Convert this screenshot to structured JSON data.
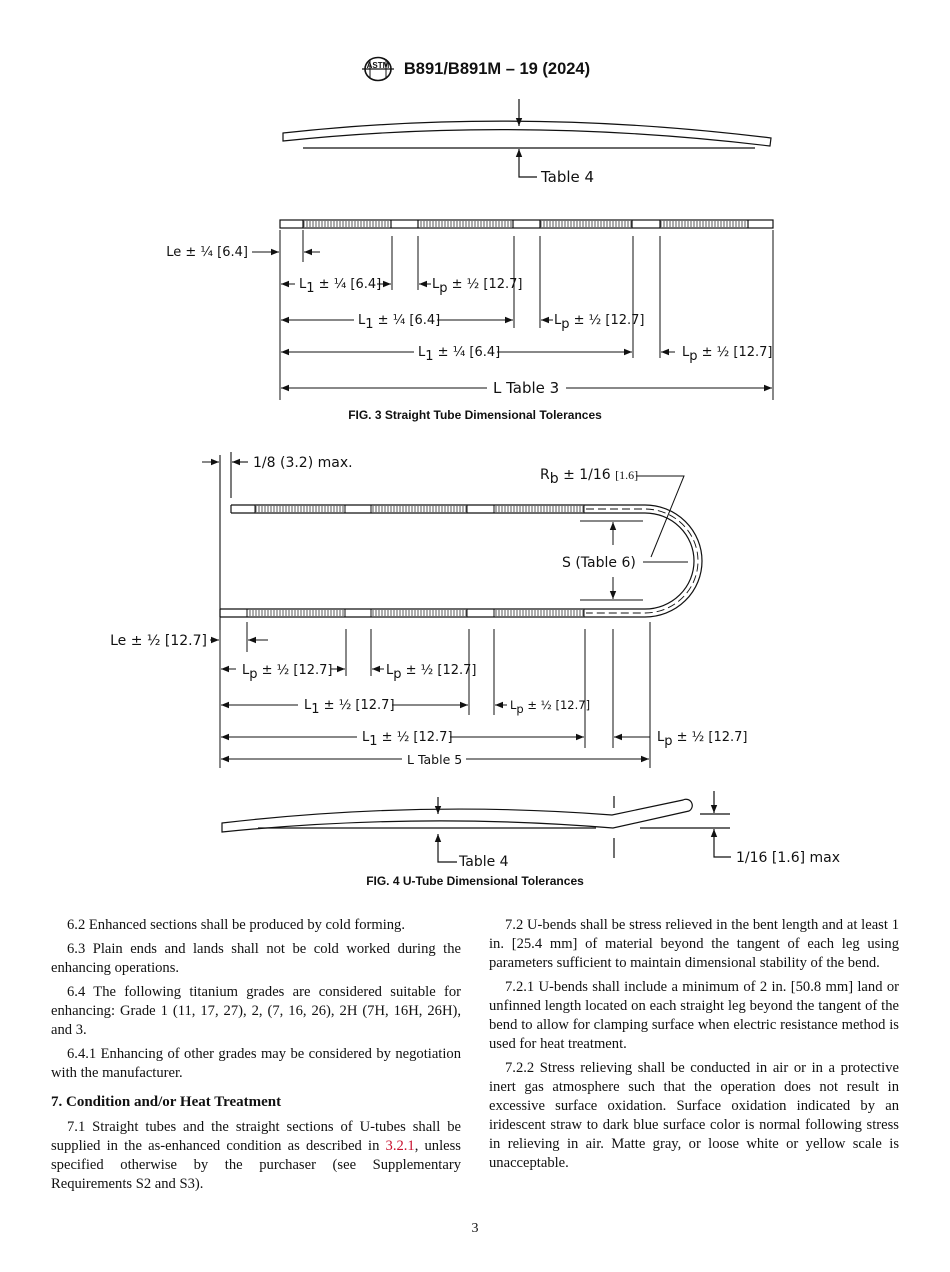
{
  "header": {
    "logo": "astm-logo",
    "title": "B891/B891M – 19 (2024)"
  },
  "fig3": {
    "callout_table4": "Table 4",
    "le_label": "Le ± ¼ [6.4]",
    "dims": [
      {
        "l1": "L",
        "l1_sub": "1",
        "l1_tail": " ± ¼ [6.4]",
        "lp": "L",
        "lp_sub": "p",
        "lp_tail": " ± ½ [12.7]"
      },
      {
        "l1": "L",
        "l1_sub": "1",
        "l1_tail": " ± ¼ [6.4]",
        "lp": "L",
        "lp_sub": "p",
        "lp_tail": " ± ½ [12.7]"
      },
      {
        "l1": "L",
        "l1_sub": "1",
        "l1_tail": " ± ¼ [6.4]",
        "lp": "L",
        "lp_sub": "p",
        "lp_tail": " ± ½ [12.7]"
      }
    ],
    "overall": "L Table 3",
    "caption": "FIG. 3 Straight Tube Dimensional Tolerances"
  },
  "fig4": {
    "eighth": "1/8 (3.2) max.",
    "rb_main": "R",
    "rb_sub": "b",
    "rb_tail": " ± 1/16 ",
    "rb_bracket": "[1.6]",
    "spacing": "S (Table 6)",
    "le_label": "Le ± ½ [12.7]",
    "lp_a": {
      "main": "L",
      "sub": "p",
      "tail": " ± ½ [12.7]"
    },
    "lp_b": {
      "main": "L",
      "sub": "p",
      "tail": " ± ½ [12.7]"
    },
    "l1_a": {
      "main": "L",
      "sub": "1",
      "tail": " ± ½ [12.7]"
    },
    "lp_c": {
      "main": "L",
      "sub": "p",
      "tail": " ± ½ [12.7]"
    },
    "l1_b": {
      "main": "L",
      "sub": "1",
      "tail": " ± ½ [12.7]"
    },
    "lp_d": {
      "main": "L",
      "sub": "p",
      "tail": " ± ½ [12.7]"
    },
    "overall": "L Table 5",
    "callout_table4": "Table 4",
    "sixteenth": "1/16 [1.6] max",
    "caption": "FIG. 4 U-Tube Dimensional Tolerances"
  },
  "left": {
    "p62": "6.2 Enhanced sections shall be produced by cold forming.",
    "p63": "6.3 Plain ends and lands shall not be cold worked during the enhancing operations.",
    "p64": "6.4 The following titanium grades are considered suitable for enhancing: Grade 1 (11, 17, 27), 2, (7, 16, 26), 2H (7H, 16H, 26H), and 3.",
    "p641": "6.4.1 Enhancing of other grades may be considered by negotiation with the manufacturer.",
    "h7": "7. Condition and/or Heat Treatment",
    "p71_pre": "7.1 Straight tubes and the straight sections of U-tubes shall be supplied in the as-enhanced condition as described in ",
    "p71_ref": "3.2.1",
    "p71_post": ", unless specified otherwise by the purchaser (see Supplementary Requirements S2 and S3)."
  },
  "right": {
    "p72": "7.2 U-bends shall be stress relieved in the bent length and at least 1 in. [25.4 mm] of material beyond the tangent of each leg using parameters sufficient to maintain dimensional stability of the bend.",
    "p721": "7.2.1 U-bends shall include a minimum of 2 in. [50.8 mm] land or unfinned length located on each straight leg beyond the tangent of the bend to allow for clamping surface when electric resistance method is used for heat treatment.",
    "p722": "7.2.2 Stress relieving shall be conducted in air or in a protective inert gas atmosphere such that the operation does not result in excessive surface oxidation. Surface oxidation indicated by an iridescent straw to dark blue surface color is normal following stress in relieving in air. Matte gray, or loose white or yellow scale is unacceptable."
  },
  "page_number": "3"
}
